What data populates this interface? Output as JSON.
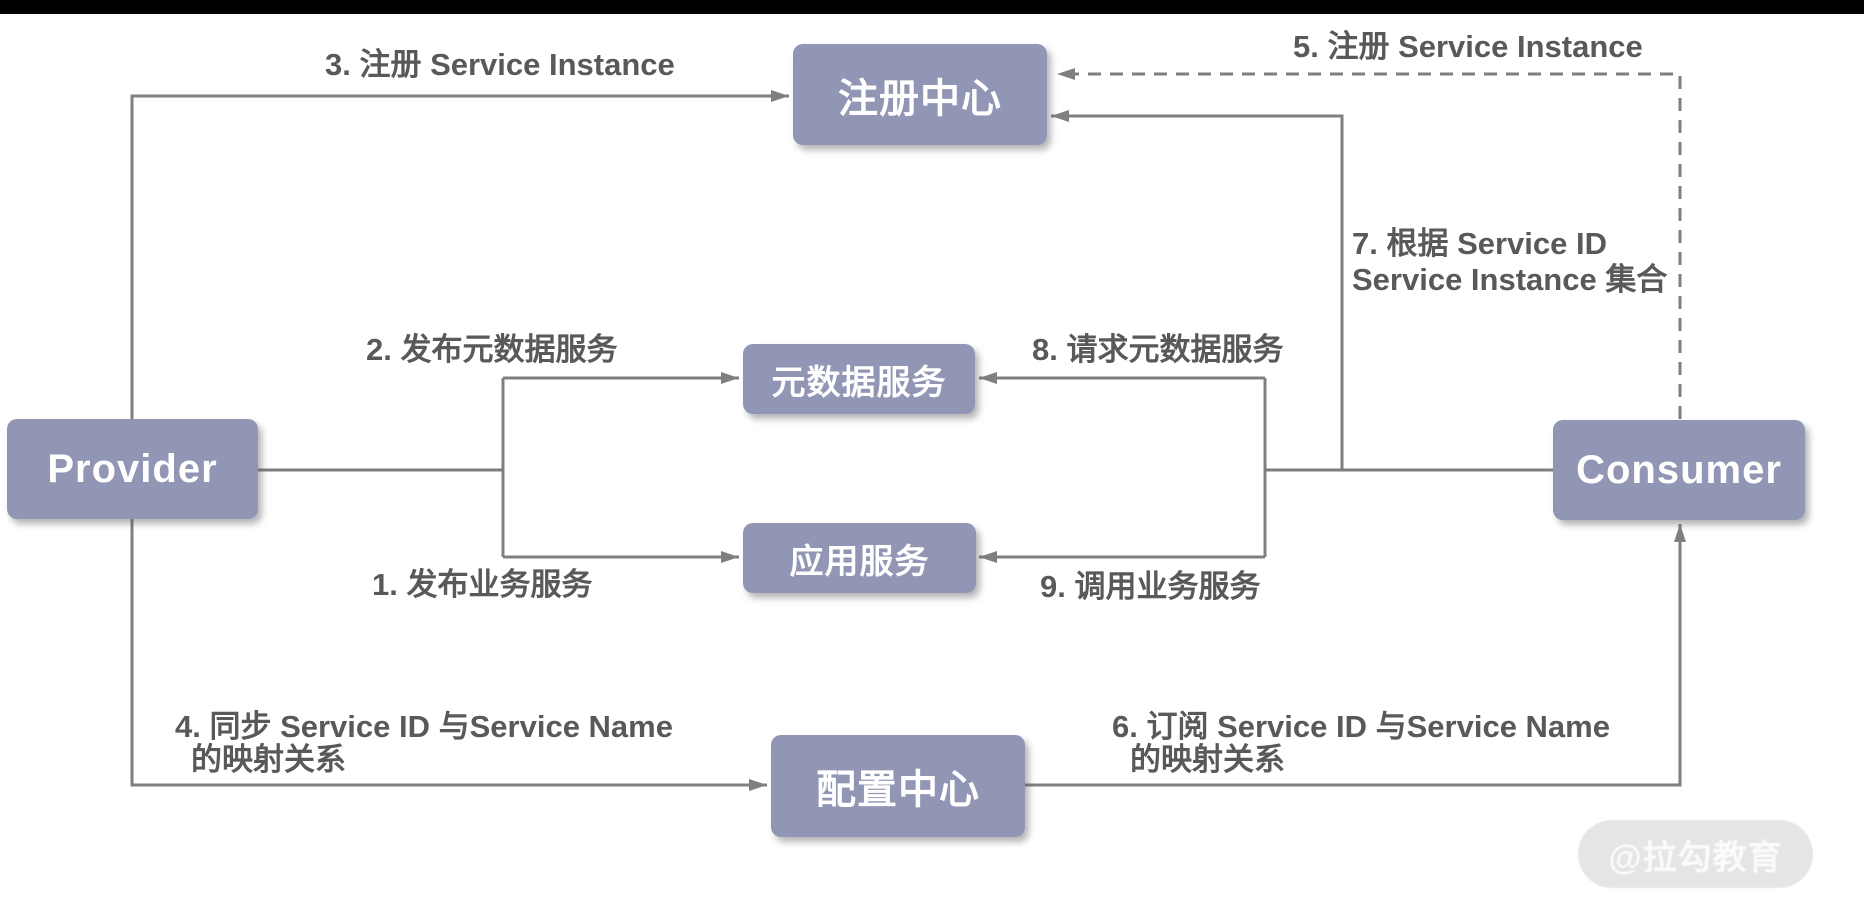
{
  "diagram": {
    "nodes": {
      "provider": {
        "label": "Provider"
      },
      "consumer": {
        "label": "Consumer"
      },
      "registry": {
        "label": "注册中心"
      },
      "metadata_service": {
        "label": "元数据服务"
      },
      "app_service": {
        "label": "应用服务"
      },
      "config_center": {
        "label": "配置中心"
      }
    },
    "labels": {
      "e1": "1. 发布业务服务",
      "e2": "2. 发布元数据服务",
      "e3": "3. 注册 Service Instance",
      "e4": {
        "line1": "4. 同步 Service ID 与Service Name",
        "line2": "的映射关系"
      },
      "e5": "5. 注册 Service Instance",
      "e6": {
        "line1": "6. 订阅 Service ID 与Service Name",
        "line2": "的映射关系"
      },
      "e7": {
        "line1": "7. 根据 Service ID",
        "line2": "Service Instance 集合"
      },
      "e8": "8. 请求元数据服务",
      "e9": "9. 调用业务服务"
    },
    "watermark": {
      "text": "@拉勾教育"
    },
    "colors": {
      "node_fill": "#9196b5",
      "node_text": "#ffffff",
      "line": "#7f7f7f",
      "label_text": "#595959",
      "top_bar": "#000000",
      "watermark_bg": "#e5e5e5",
      "watermark_text": "#fbfbfb"
    }
  }
}
